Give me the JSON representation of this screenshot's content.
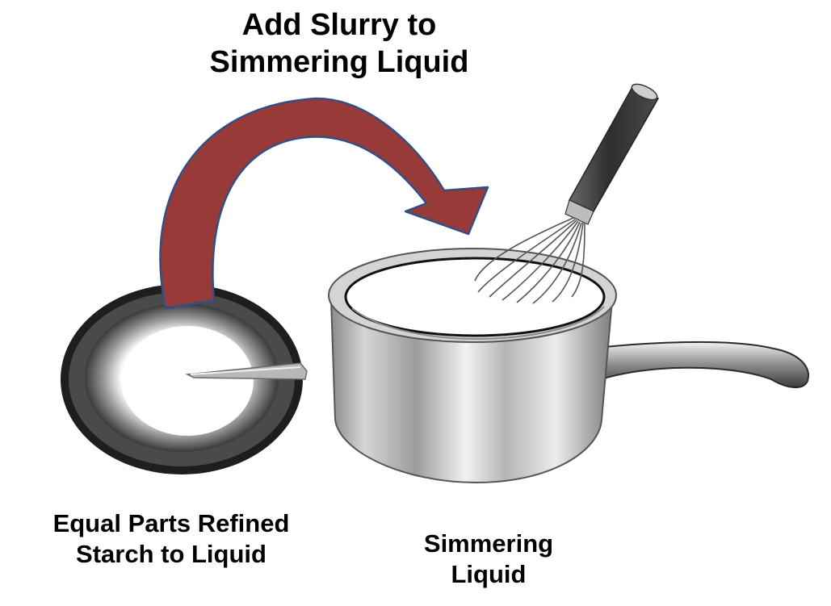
{
  "title": {
    "line1": "Add Slurry to",
    "line2": "Simmering Liquid"
  },
  "bowl_caption": {
    "line1": "Equal Parts Refined",
    "line2": "Starch to Liquid"
  },
  "pot_caption": {
    "line1": "Simmering",
    "line2": "Liquid"
  },
  "colors": {
    "arrow_fill": "#983a38",
    "arrow_stroke": "#2f4f86",
    "bowl_rim": "#2a2a2a",
    "liquid": "#ffffff",
    "steel": "#c9c9c9",
    "whisk_handle": "#3a3a3a"
  },
  "icons": [
    "curved-arrow-icon",
    "bowl-icon",
    "spoon-icon",
    "saucepan-icon",
    "whisk-icon"
  ]
}
